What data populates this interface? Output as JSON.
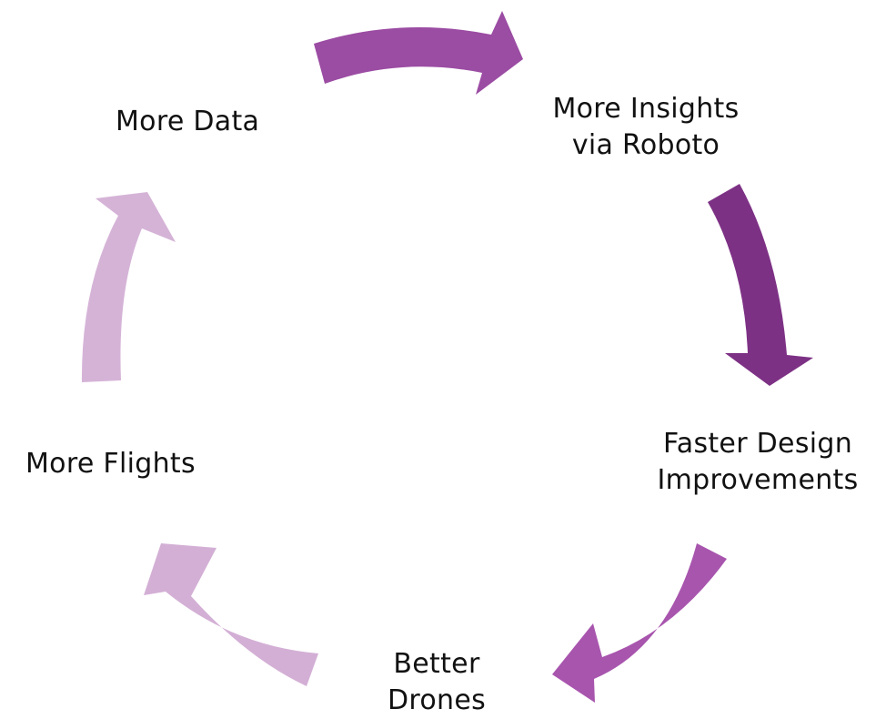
{
  "diagram": {
    "nodes": [
      {
        "id": "more-data",
        "lines": [
          "More Data"
        ]
      },
      {
        "id": "more-insights",
        "lines": [
          "More Insights",
          "via Roboto"
        ]
      },
      {
        "id": "faster-design",
        "lines": [
          "Faster Design",
          "Improvements"
        ]
      },
      {
        "id": "better-drones",
        "lines": [
          "Better",
          "Drones"
        ]
      },
      {
        "id": "more-flights",
        "lines": [
          "More Flights"
        ]
      }
    ],
    "arrows": [
      {
        "from": "more-data",
        "to": "more-insights",
        "color": "#9B4CA3"
      },
      {
        "from": "more-insights",
        "to": "faster-design",
        "color": "#7D3185"
      },
      {
        "from": "faster-design",
        "to": "better-drones",
        "color": "#A855AE"
      },
      {
        "from": "better-drones",
        "to": "more-flights",
        "color": "#D3AFD5"
      },
      {
        "from": "more-flights",
        "to": "more-data",
        "color": "#D5B3D7"
      }
    ]
  }
}
